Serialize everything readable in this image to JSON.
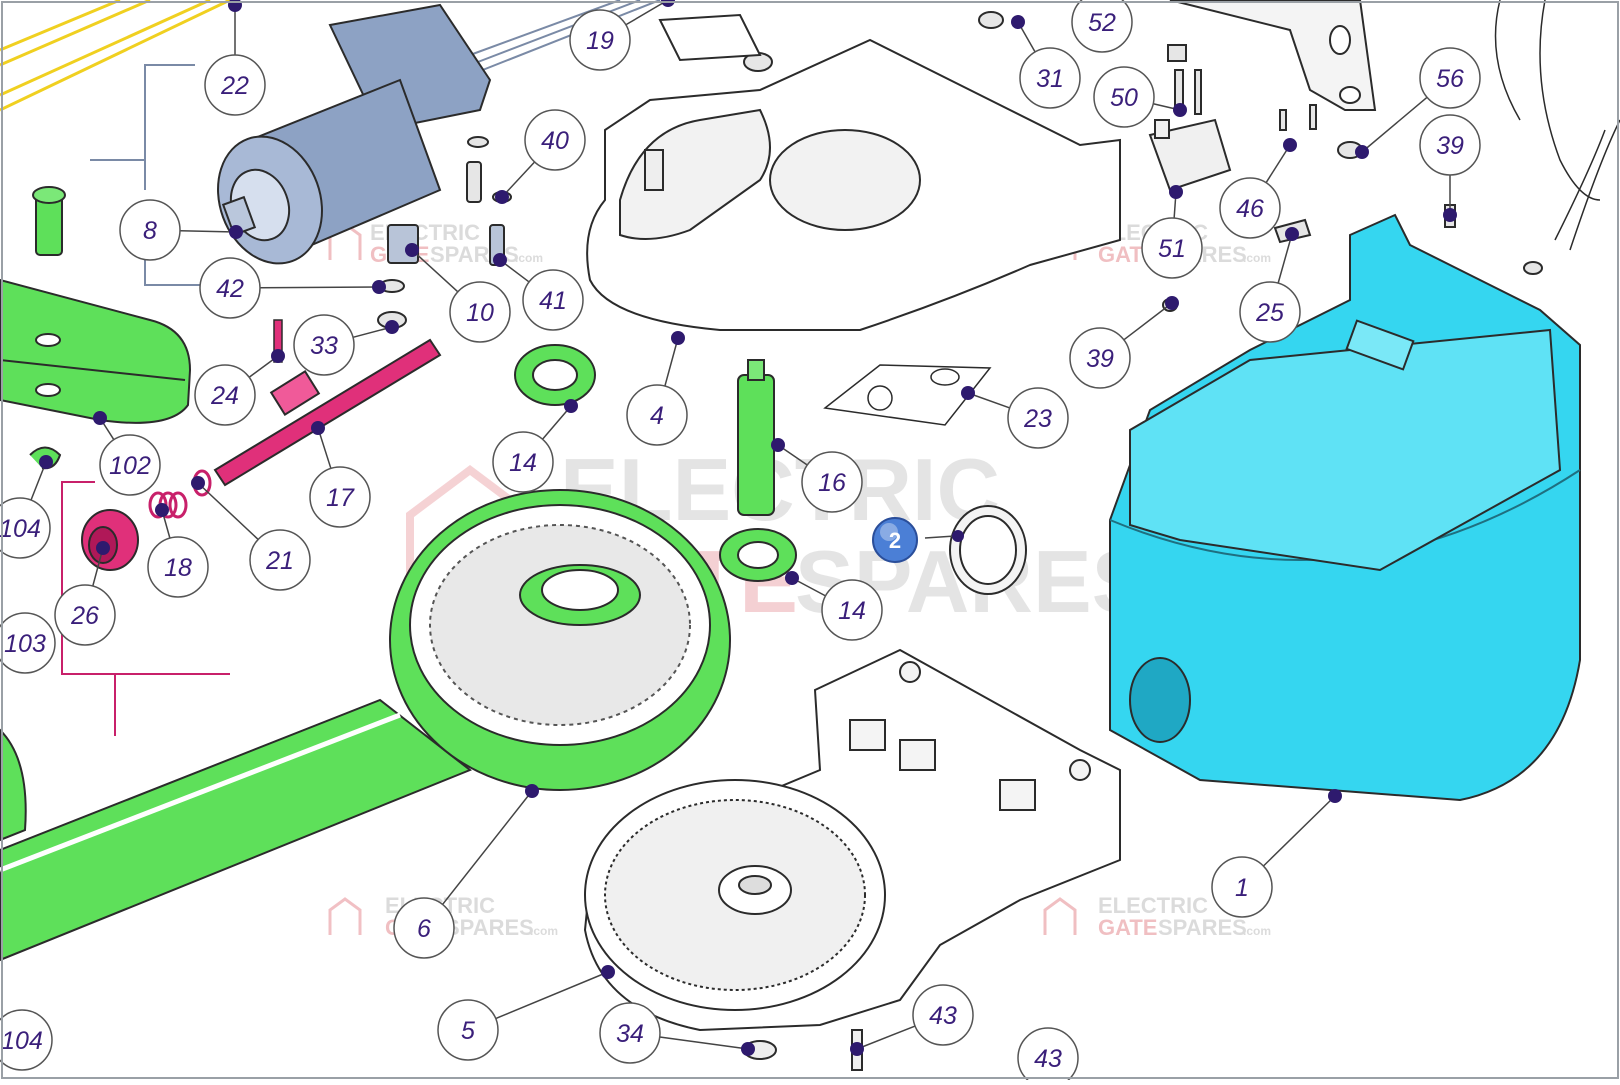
{
  "watermark": {
    "line1": "ELECTRIC",
    "line2a": "GATE",
    "line2b": "SPARES",
    "suffix": ".com"
  },
  "badge": {
    "label": "2"
  },
  "callouts": [
    {
      "id": "c22",
      "label": "22"
    },
    {
      "id": "c19",
      "label": "19"
    },
    {
      "id": "c31",
      "label": "31"
    },
    {
      "id": "c52",
      "label": "52"
    },
    {
      "id": "c56",
      "label": "56"
    },
    {
      "id": "c50",
      "label": "50"
    },
    {
      "id": "c39a",
      "label": "39"
    },
    {
      "id": "c40",
      "label": "40"
    },
    {
      "id": "c8",
      "label": "8"
    },
    {
      "id": "c46",
      "label": "46"
    },
    {
      "id": "c51",
      "label": "51"
    },
    {
      "id": "c42",
      "label": "42"
    },
    {
      "id": "c10",
      "label": "10"
    },
    {
      "id": "c41",
      "label": "41"
    },
    {
      "id": "c25",
      "label": "25"
    },
    {
      "id": "c33",
      "label": "33"
    },
    {
      "id": "c39b",
      "label": "39"
    },
    {
      "id": "c24",
      "label": "24"
    },
    {
      "id": "c4",
      "label": "4"
    },
    {
      "id": "c23",
      "label": "23"
    },
    {
      "id": "c102",
      "label": "102"
    },
    {
      "id": "c14a",
      "label": "14"
    },
    {
      "id": "c17",
      "label": "17"
    },
    {
      "id": "c16",
      "label": "16"
    },
    {
      "id": "c104a",
      "label": "104"
    },
    {
      "id": "c18",
      "label": "18"
    },
    {
      "id": "c21",
      "label": "21"
    },
    {
      "id": "c14b",
      "label": "14"
    },
    {
      "id": "c26",
      "label": "26"
    },
    {
      "id": "c103",
      "label": "103"
    },
    {
      "id": "c1",
      "label": "1"
    },
    {
      "id": "c6",
      "label": "6"
    },
    {
      "id": "c5",
      "label": "5"
    },
    {
      "id": "c34",
      "label": "34"
    },
    {
      "id": "c43a",
      "label": "43"
    },
    {
      "id": "c43b",
      "label": "43"
    },
    {
      "id": "c104b",
      "label": "104"
    }
  ],
  "colors": {
    "callout_text": "#3a1f7a",
    "dot": "#2e1a6e",
    "green": "#5ee05a",
    "cyan": "#35d6f0",
    "blue_motor": "#8da2c4",
    "magenta": "#e0307a",
    "outline": "#2b2b2b"
  }
}
